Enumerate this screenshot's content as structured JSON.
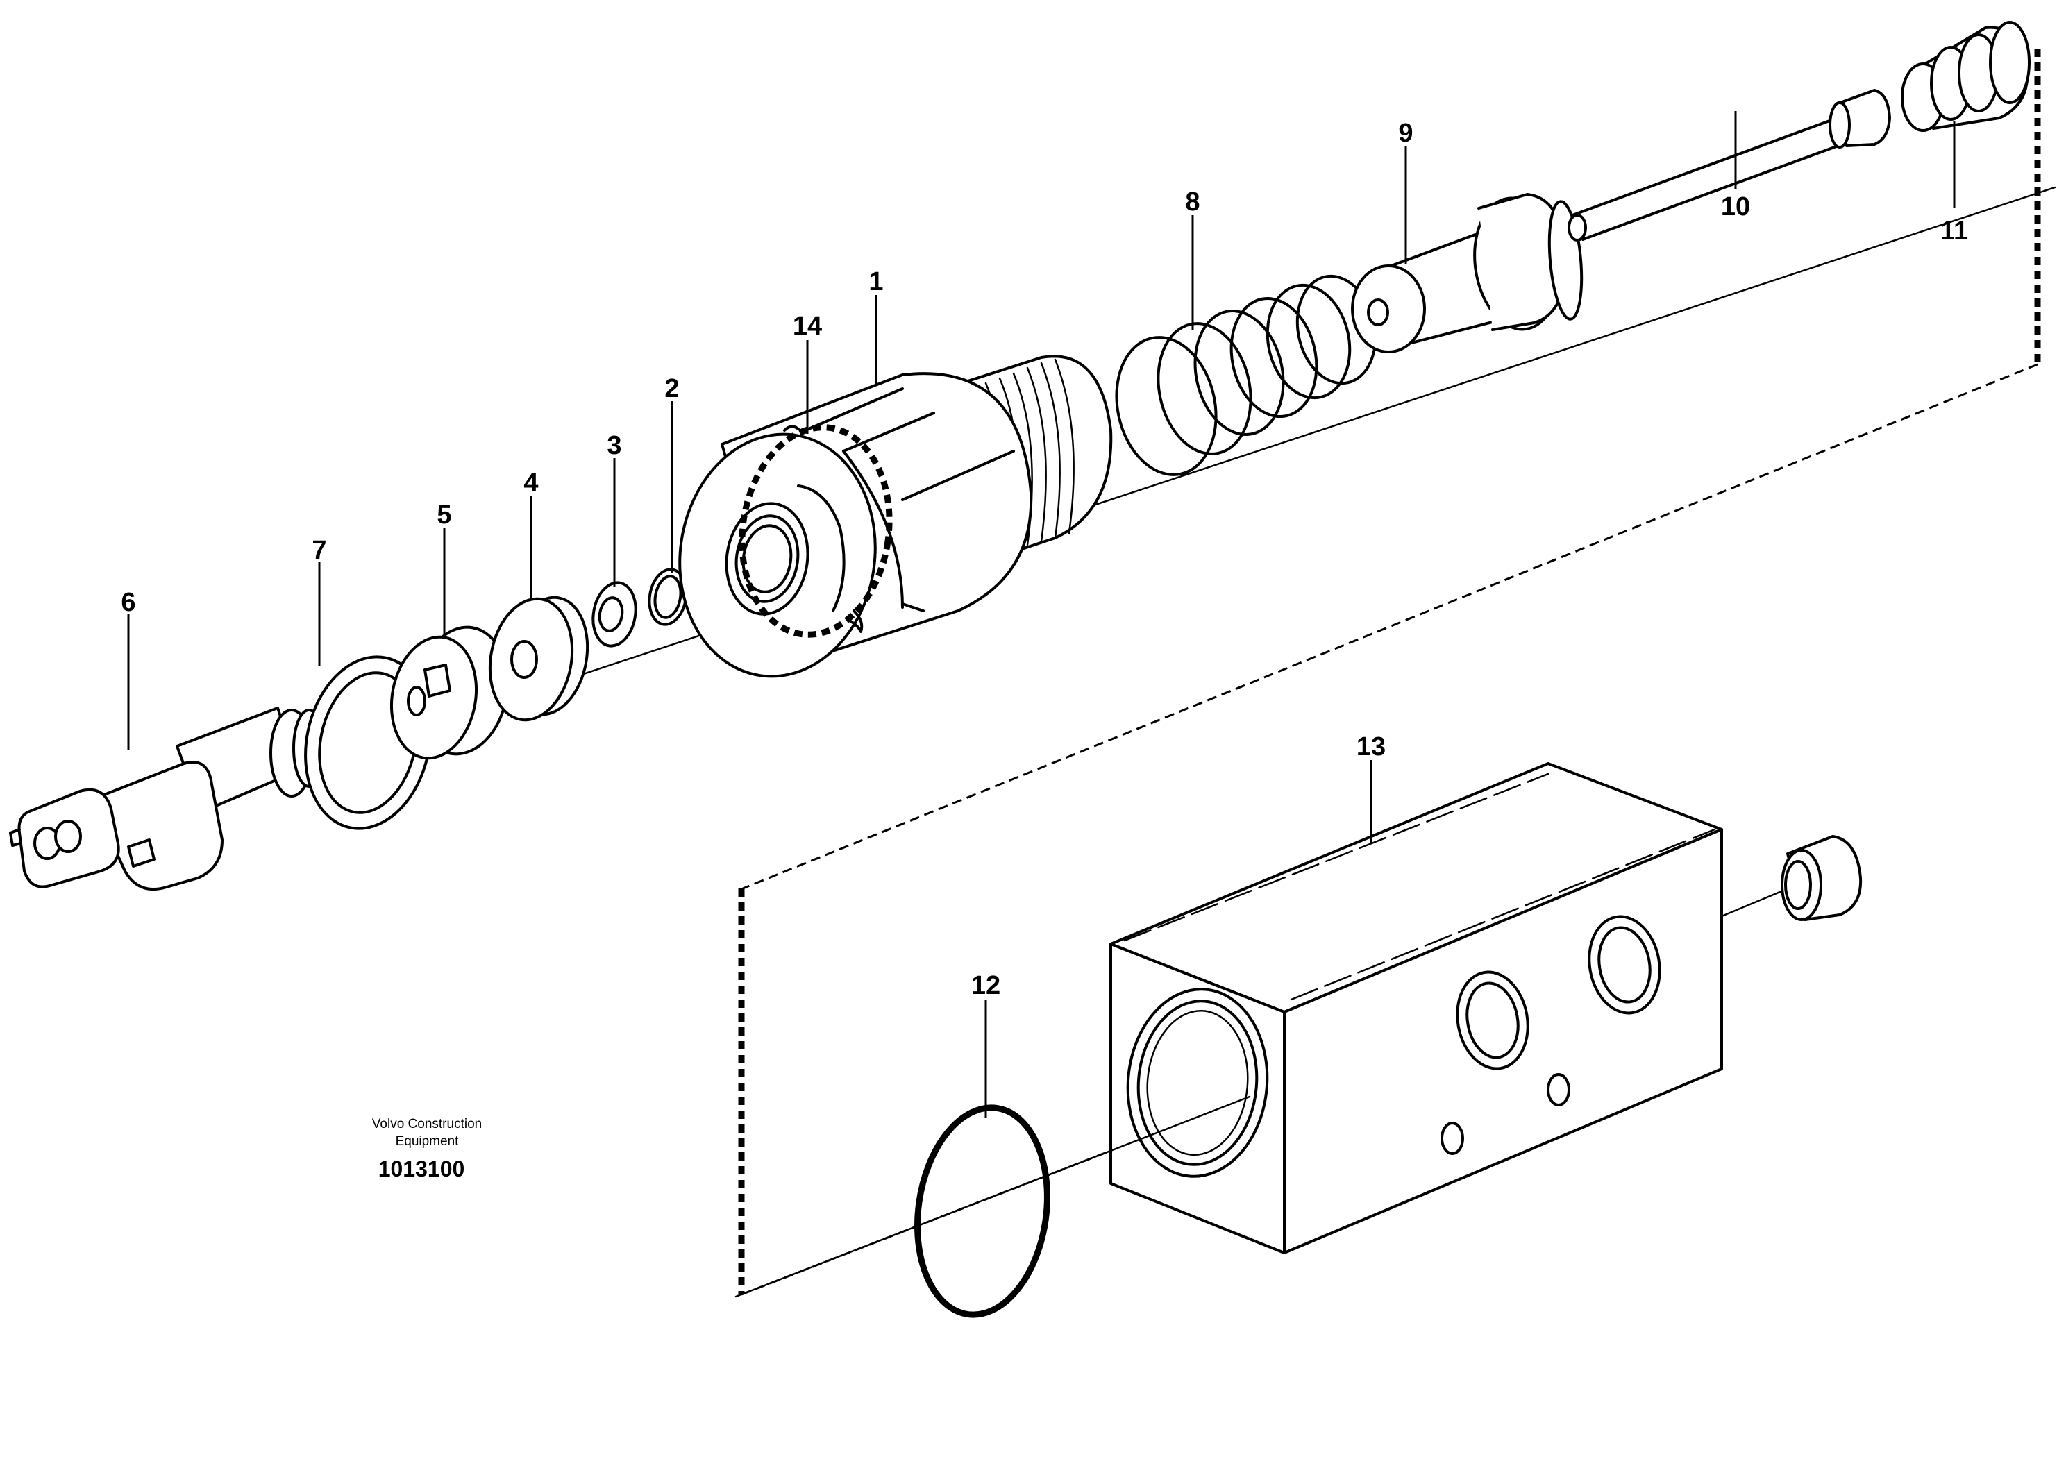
{
  "labels": {
    "p1": "1",
    "p2": "2",
    "p3": "3",
    "p4": "4",
    "p5": "5",
    "p6": "6",
    "p7": "7",
    "p8": "8",
    "p9": "9",
    "p10": "10",
    "p11": "11",
    "p12": "12",
    "p13": "13",
    "p14": "14"
  },
  "footer": {
    "company_line1": "Volvo Construction",
    "company_line2": "Equipment",
    "drawing_number": "1013100"
  },
  "colors": {
    "line": "#000000",
    "background": "#ffffff"
  }
}
